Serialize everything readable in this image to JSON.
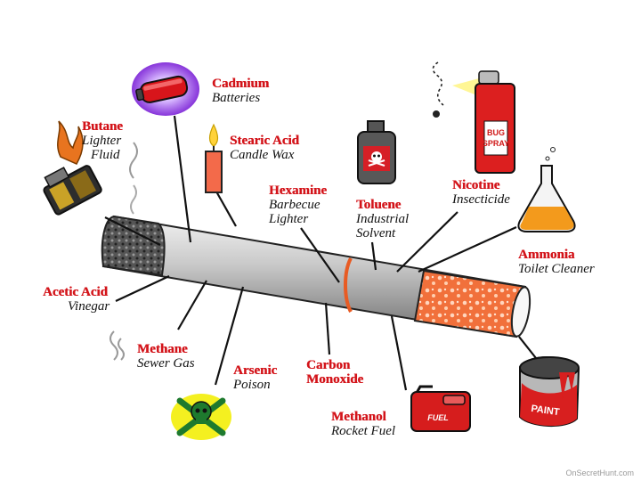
{
  "labels": [
    {
      "id": "cadmium",
      "name": "Cadmium",
      "use": "Batteries"
    },
    {
      "id": "butane",
      "name": "Butane",
      "use": "Lighter\nFluid"
    },
    {
      "id": "stearic",
      "name": "Stearic Acid",
      "use": "Candle Wax"
    },
    {
      "id": "hexamine",
      "name": "Hexamine",
      "use": "Barbecue\nLighter"
    },
    {
      "id": "toluene",
      "name": "Toluene",
      "use": "Industrial\nSolvent"
    },
    {
      "id": "nicotine",
      "name": "Nicotine",
      "use": "Insecticide"
    },
    {
      "id": "ammonia",
      "name": "Ammonia",
      "use": "Toilet Cleaner"
    },
    {
      "id": "acetic",
      "name": "Acetic Acid",
      "use": "Vinegar"
    },
    {
      "id": "methane",
      "name": "Methane",
      "use": "Sewer Gas"
    },
    {
      "id": "arsenic",
      "name": "Arsenic",
      "use": "Poison"
    },
    {
      "id": "carbon",
      "name": "Carbon\nMonoxide",
      "use": ""
    },
    {
      "id": "methanol",
      "name": "Methanol",
      "use": "Rocket Fuel"
    }
  ],
  "icons": {
    "can_label": "BUG\nSPRAY",
    "fuel_label": "FUEL",
    "paint_label": "PAINT"
  },
  "watermark": "OnSecretHunt.com"
}
